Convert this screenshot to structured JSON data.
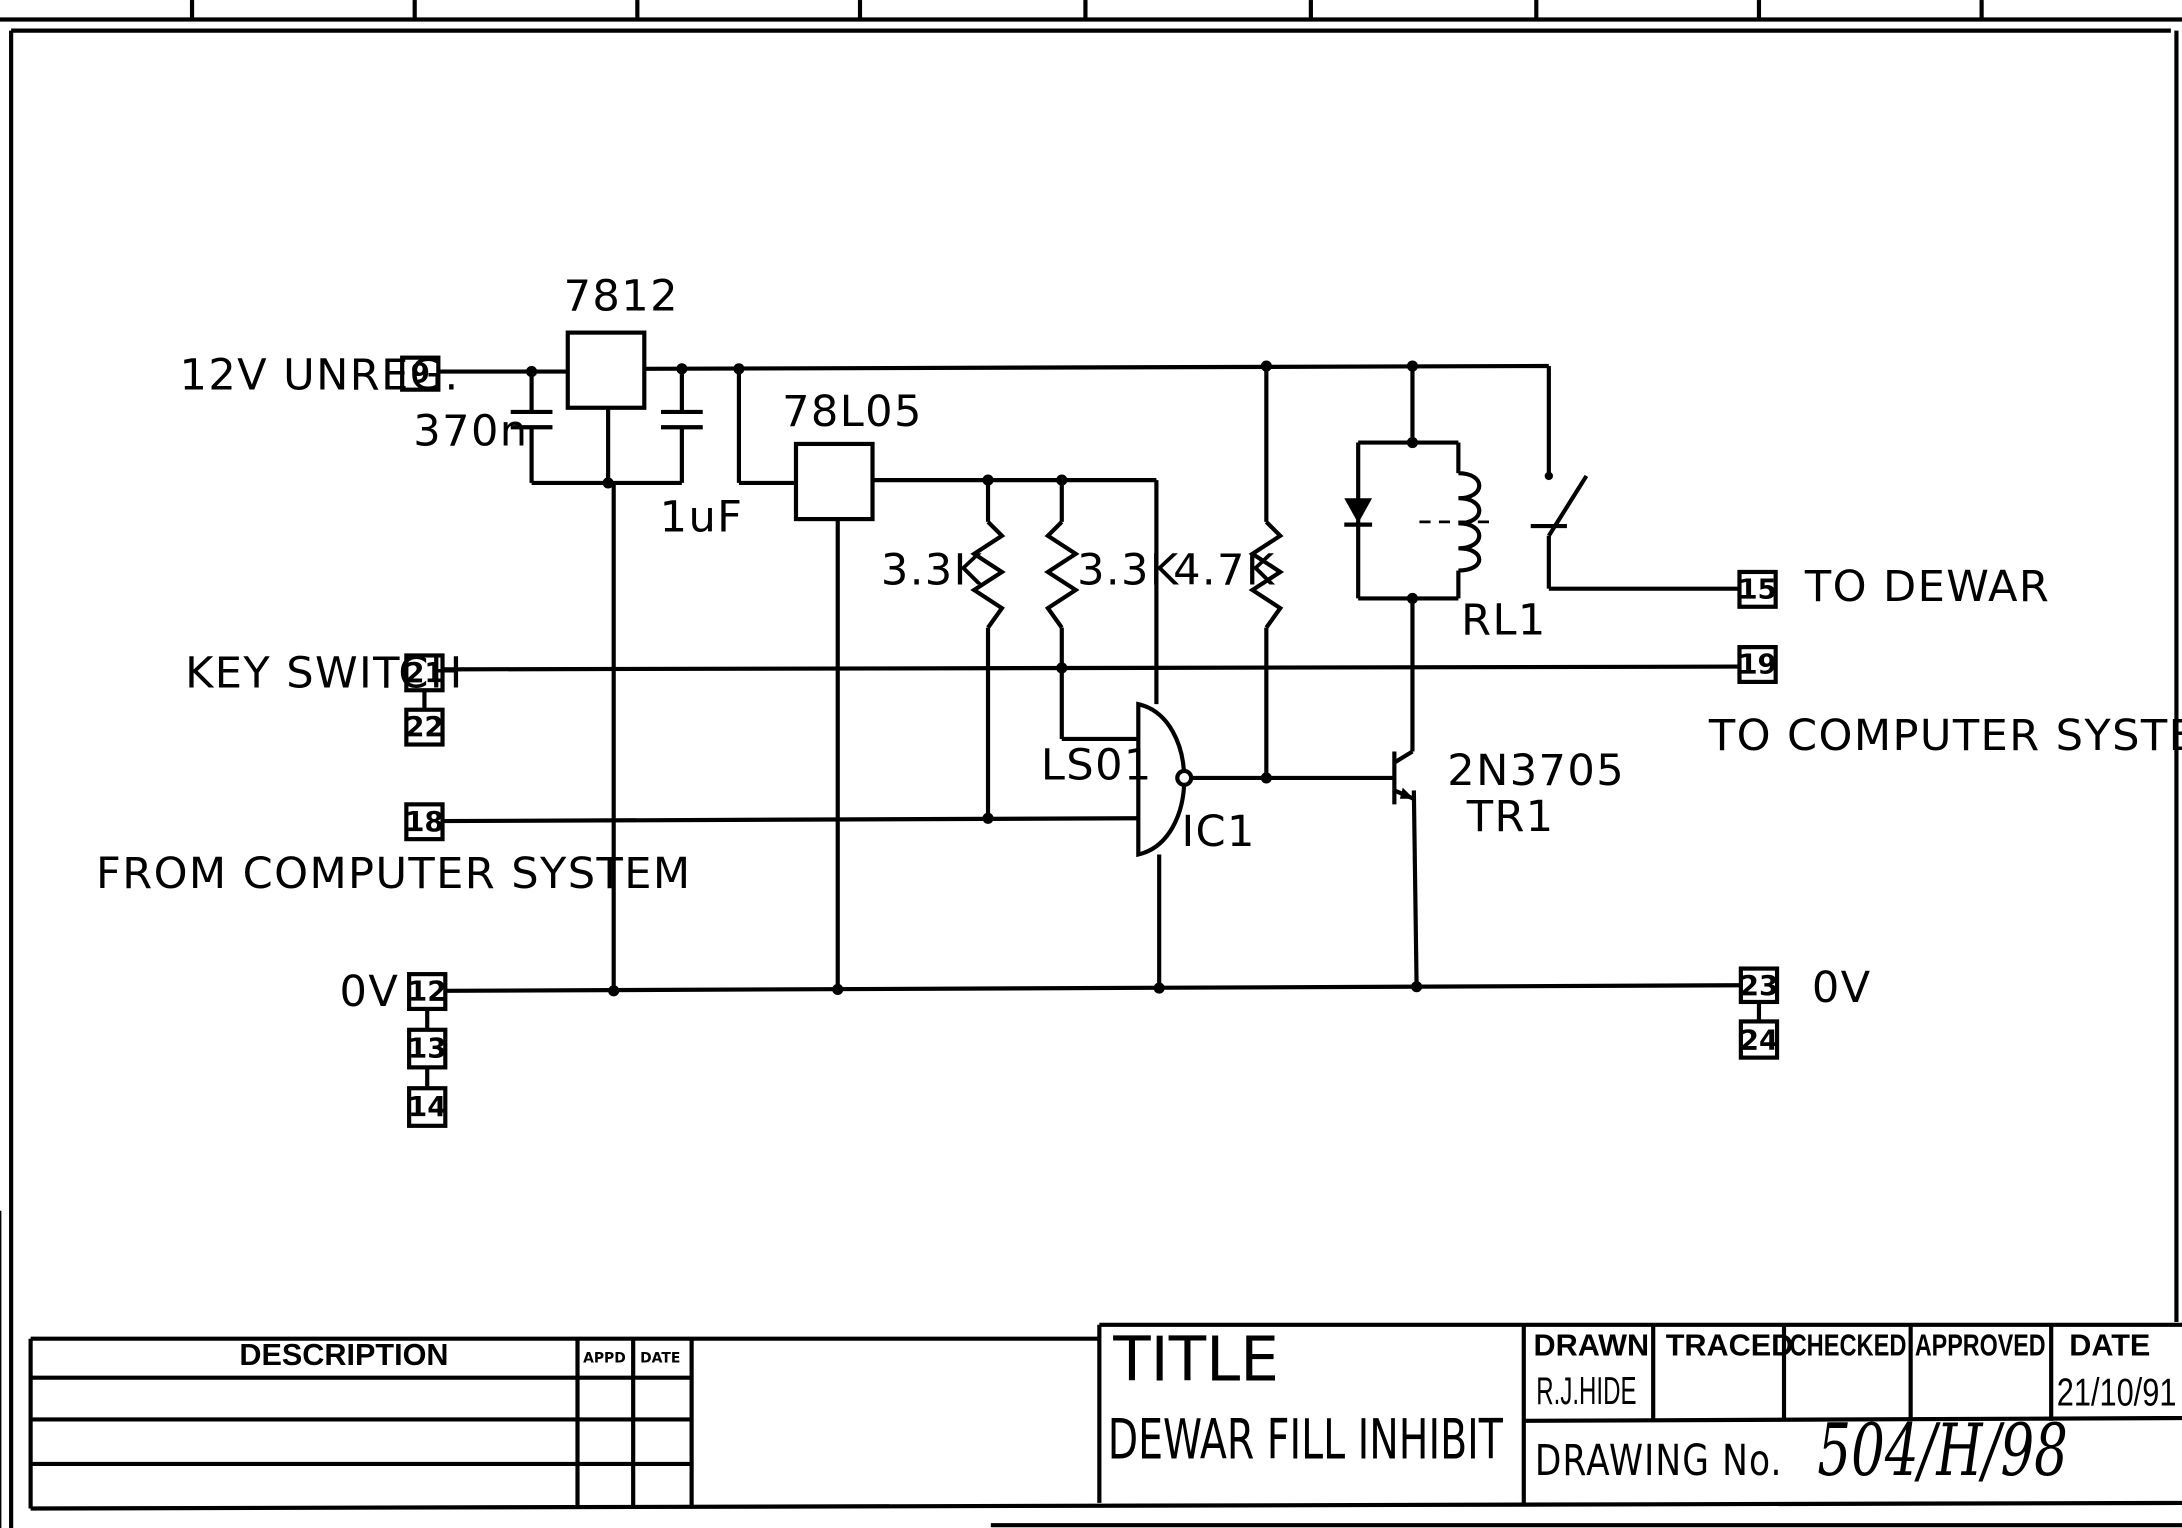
{
  "components": {
    "reg_12v": "7812",
    "reg_5v": "78L05",
    "cap_in": "370n",
    "cap_out": "1uF",
    "r1": "3.3K",
    "r2": "3.3K",
    "r3": "4.7K",
    "relay": "RL1",
    "gate_type": "LS01",
    "gate_ref": "IC1",
    "transistor_type": "2N3705",
    "transistor_ref": "TR1"
  },
  "signals": {
    "supply_in": "12V UNREG.",
    "key_switch": "KEY SWITCH",
    "from_computer": "FROM COMPUTER SYSTEM",
    "ground_left": "0V",
    "to_dewar": "TO DEWAR",
    "to_computer": "TO COMPUTER SYSTEM",
    "ground_right": "0V"
  },
  "pins": {
    "p9": "9",
    "p21": "21",
    "p22": "22",
    "p18": "18",
    "p12": "12",
    "p13": "13",
    "p14": "14",
    "p15": "15",
    "p19": "19",
    "p23": "23",
    "p24": "24"
  },
  "title_block": {
    "description_header": "DESCRIPTION",
    "appd_header": "APPD",
    "date_header_small": "DATE",
    "title_label": "TITLE",
    "title": "DEWAR FILL INHIBIT",
    "drawn_label": "DRAWN",
    "drawn_by": "R.J.HIDE",
    "traced_label": "TRACED",
    "checked_label": "CHECKED",
    "approved_label": "APPROVED",
    "date_label": "DATE",
    "date_value": "21/10/91",
    "drawing_no_label": "DRAWING No.",
    "drawing_no": "504/H/98"
  }
}
